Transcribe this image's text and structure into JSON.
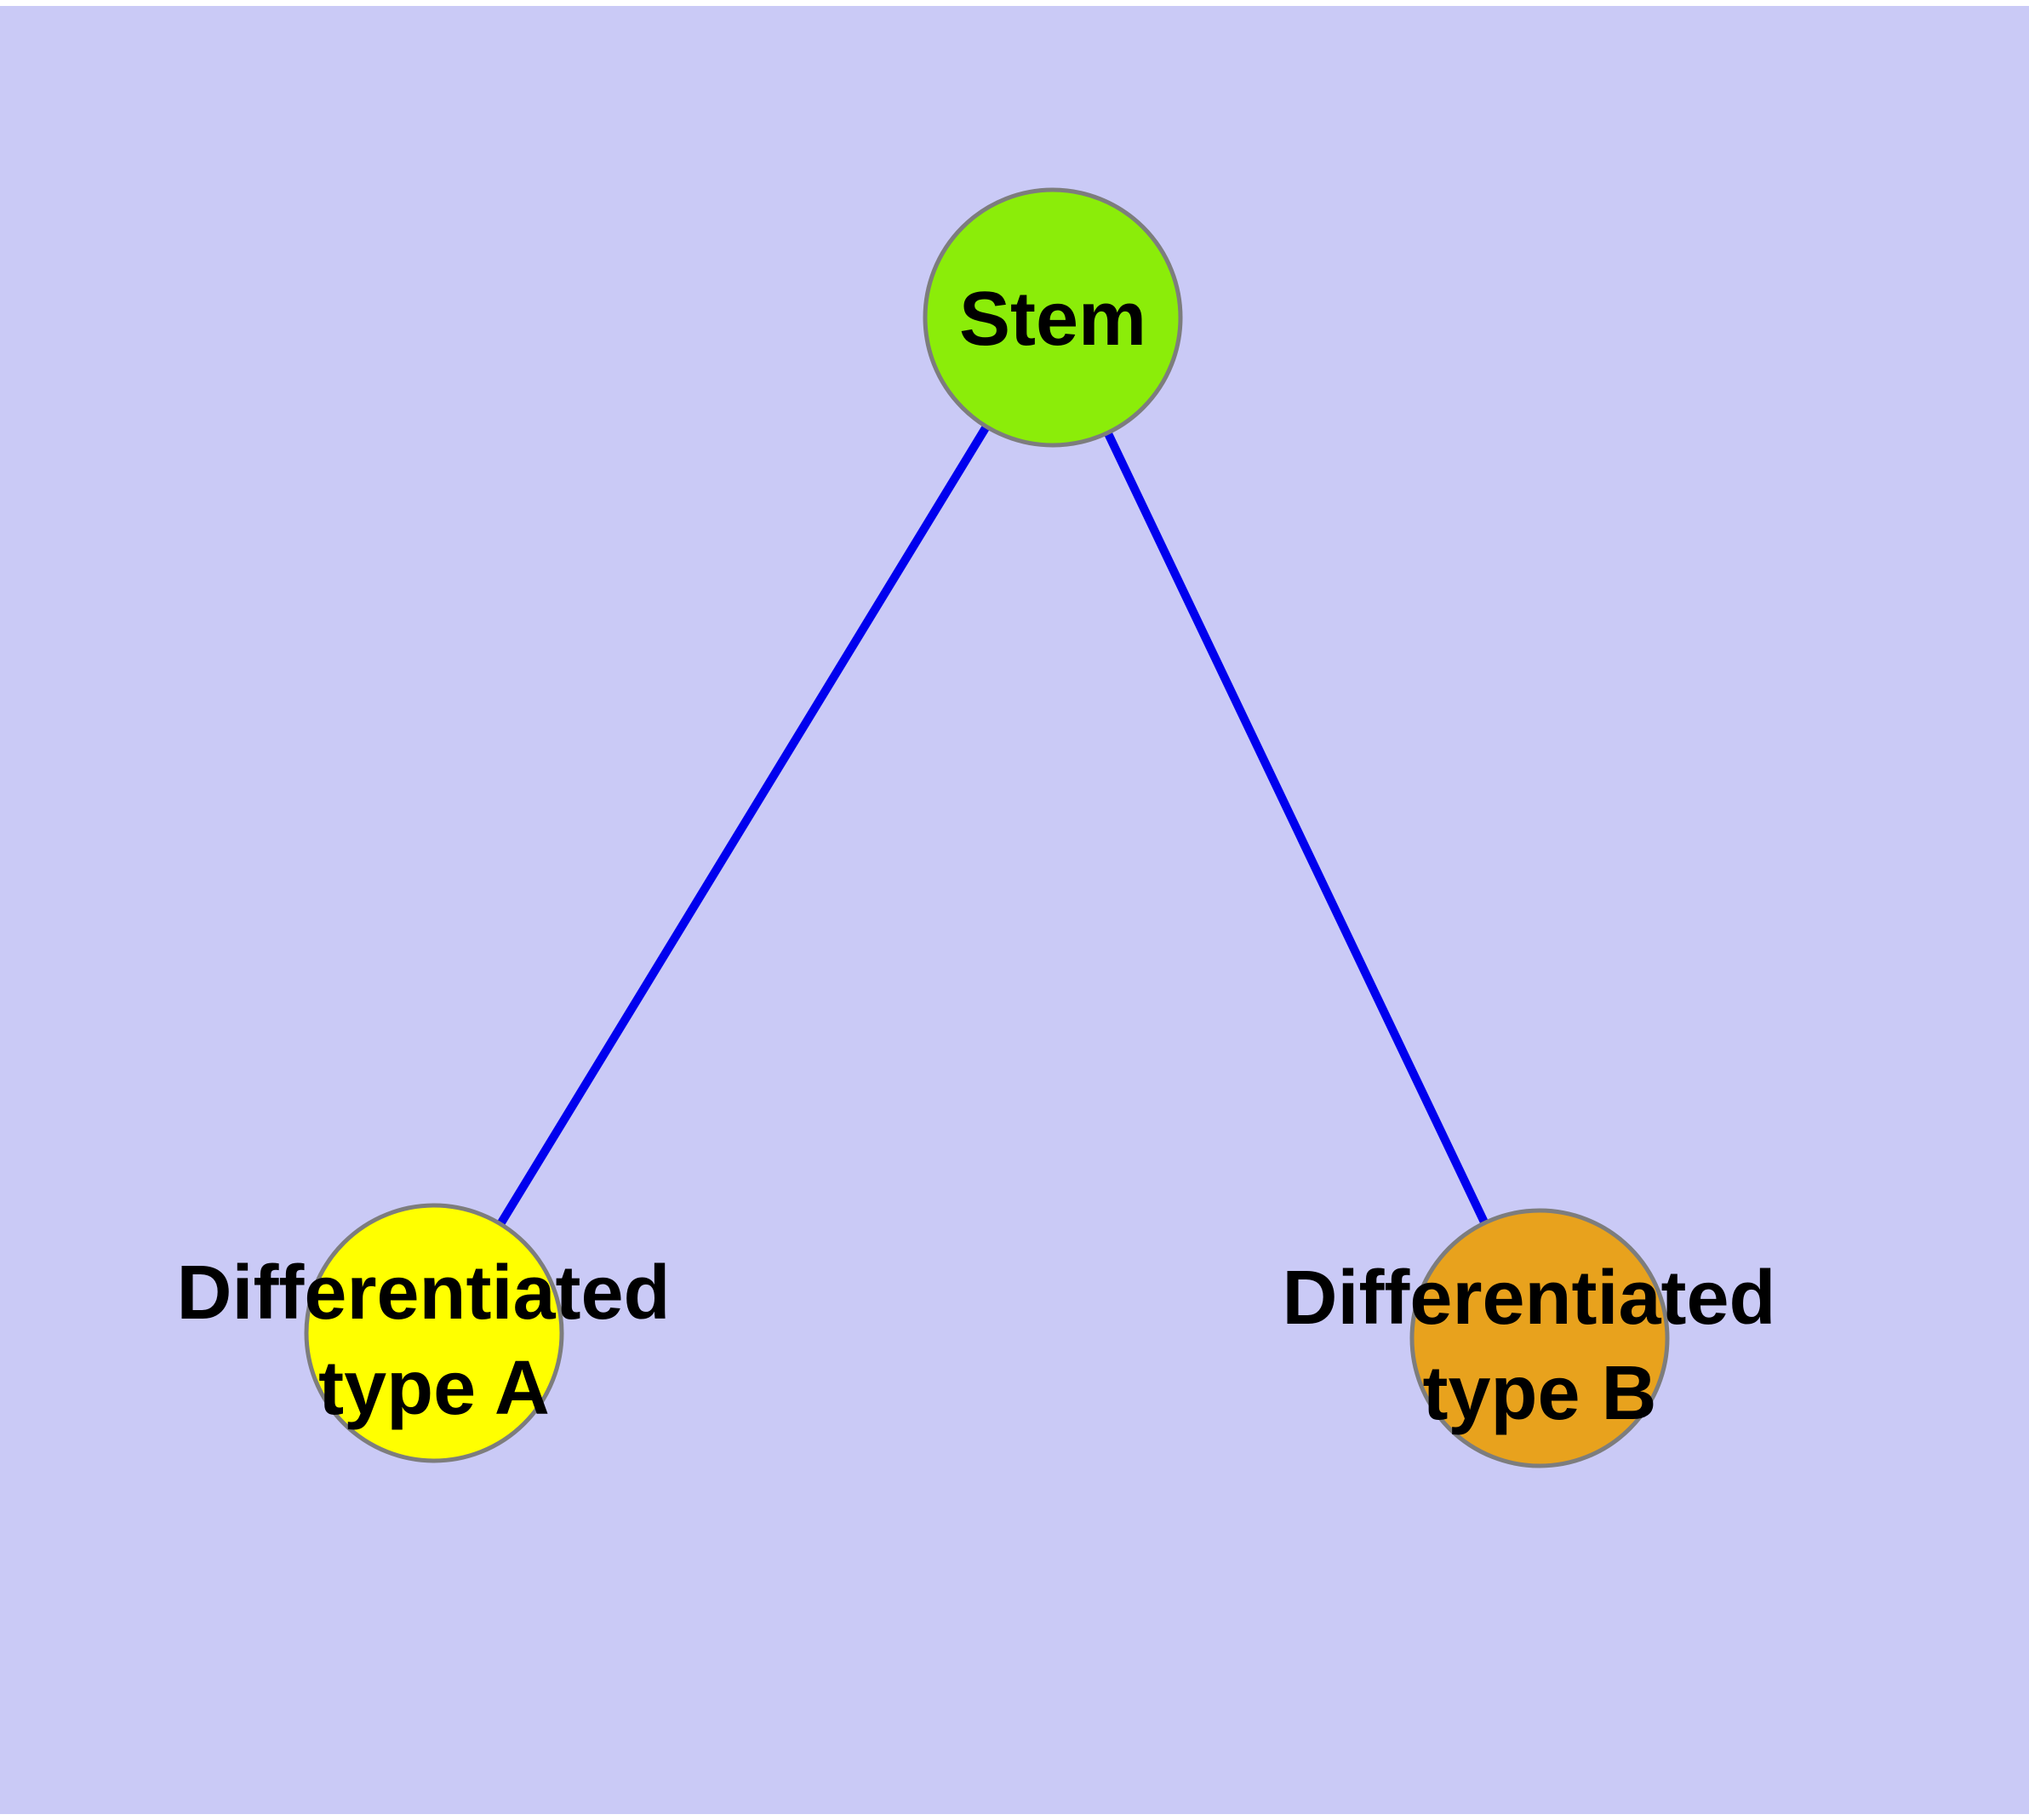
{
  "canvas": {
    "background_color": "#CACAF6",
    "page_margin_color": "#FFFFFF"
  },
  "diagram": {
    "type": "graph",
    "description": "Stem cell differentiation tree: one stem node with edges to two differentiated cell-type nodes",
    "edge_color": "#0000EE",
    "node_border_color": "#7D7D7D",
    "label_color": "#000000",
    "nodes": [
      {
        "id": "stem",
        "label": "Stem",
        "label_lines": [
          "Stem"
        ],
        "fill": "#8BED09"
      },
      {
        "id": "diff-a",
        "label": "Differentiated type A",
        "label_lines": [
          "Differentiated",
          "type A"
        ],
        "fill": "#FFFF00"
      },
      {
        "id": "diff-b",
        "label": "Differentiated type B",
        "label_lines": [
          "Differentiated",
          "type B"
        ],
        "fill": "#E8A21D"
      }
    ],
    "edges": [
      {
        "from": "Stem",
        "to": "Differentiated type A"
      },
      {
        "from": "Stem",
        "to": "Differentiated type B"
      }
    ]
  }
}
